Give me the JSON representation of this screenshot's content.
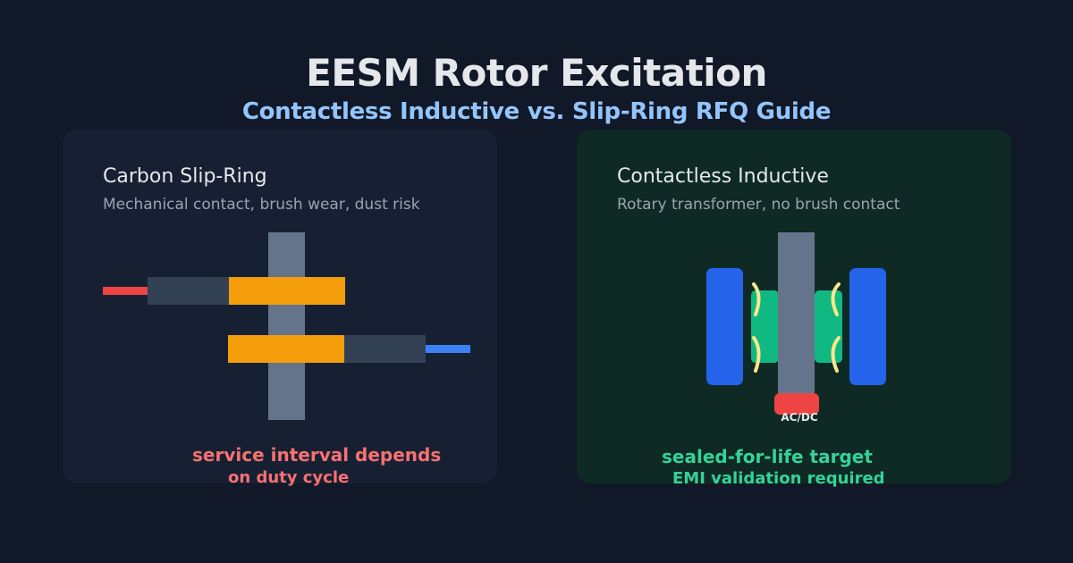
{
  "header": {
    "title": "EESM Rotor Excitation",
    "subtitle": "Contactless Inductive vs. Slip-Ring RFQ Guide"
  },
  "slip_ring": {
    "title": "Carbon Slip-Ring",
    "description": "Mechanical contact, brush wear, dust risk",
    "note_line1": "service interval depends",
    "note_line2": "on duty cycle"
  },
  "inductive": {
    "title": "Contactless Inductive",
    "description": "Rotary transformer, no brush contact",
    "source_label": "AC/DC",
    "note_line1": "sealed-for-life target",
    "note_line2": "EMI validation required"
  },
  "colors": {
    "background": "#111827",
    "panel_left": "#172033",
    "panel_right": "#0f2a25",
    "shaft": "#64748b",
    "brush": "#f59e0b",
    "holder": "#334155",
    "positive_lead": "#ef4444",
    "negative_lead": "#3b82f6",
    "stator_core": "#2563eb",
    "rotor_winding": "#10b981",
    "flux": "#fde68a",
    "source": "#ef4444"
  }
}
